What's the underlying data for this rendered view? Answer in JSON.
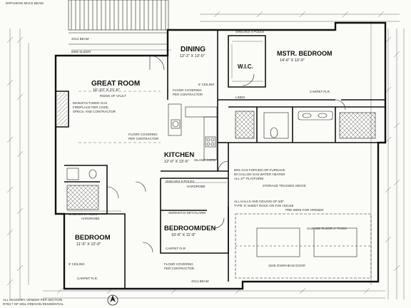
{
  "rooms": {
    "great_room": {
      "name": "GREAT ROOM",
      "size": "16'-10\" X 21'-6\""
    },
    "dining": {
      "name": "DINING",
      "size": "12'-2\" X 13'-0\""
    },
    "master_bedroom": {
      "name": "MSTR. BEDROOM",
      "size": "14'-6\" X 13'-0\""
    },
    "wic": {
      "name": "W.I.C."
    },
    "kitchen": {
      "name": "KITCHEN",
      "size": "12'-0\" X 13'-6\""
    },
    "bedroom_den": {
      "name": "BEDROOM/DEN",
      "size": "10'-6\" X 11'-6\""
    },
    "bedroom": {
      "name": "BEDROOM",
      "size": "11'-6\" X 12'-0\""
    }
  },
  "notes": {
    "ridge_of_vault": "RIDGE OF VAULT",
    "fireplace_1": "MANUFACTURED GAS",
    "fireplace_2": "FIREPLACE PER CODE,",
    "fireplace_3": "SPECS. AND CONTRACTOR",
    "floor_covering": "FLOOR COVERING",
    "per_contractor": "PER CONTRACTOR",
    "shelves_4_poles": "SHELVES 4 POLES",
    "shelves_5_poles": "SHELVES 5 POLES",
    "carpet_flr": "CARPET FLR.",
    "ceiling": "8' CEILING",
    "hardrobe": "HARDROBE",
    "linen": "LINEN",
    "furnace_1": "80% GAS FORCED AIR FURNACE",
    "furnace_2": "50 GALLON GAS WATER HEATER",
    "furnace_3": "ALL 27\" PLATFORM",
    "storage": "STORAGE TRUSSES ABOVE",
    "halls_1": "ALL HALLS AND CEILING OF 5/8\"",
    "halls_2": "TYPE 'X' SHEET ROCK ON THE HOUSE",
    "pre_wire": "PRE-WIRE FOR OPENER",
    "garage_floor": "GARAGE FLOOR 4\" THICK",
    "overhead_door": "16X8 OVERHEAD DOOR",
    "beam_post": "4X12 BEAM",
    "masonry": "ALL MASONRY VENEER PER SECTION",
    "code": "R703.7 OF 2011 OREGON RESIDENTIAL",
    "deck_beam": "4X12 BEAM",
    "slider": "6068 SLIDER",
    "top_left": "DIFFUSION MUCK BEAM",
    "kitchen_counter": "ISLAND CORE",
    "smoke_co": "SMOKE/CO DET./ALARM"
  }
}
